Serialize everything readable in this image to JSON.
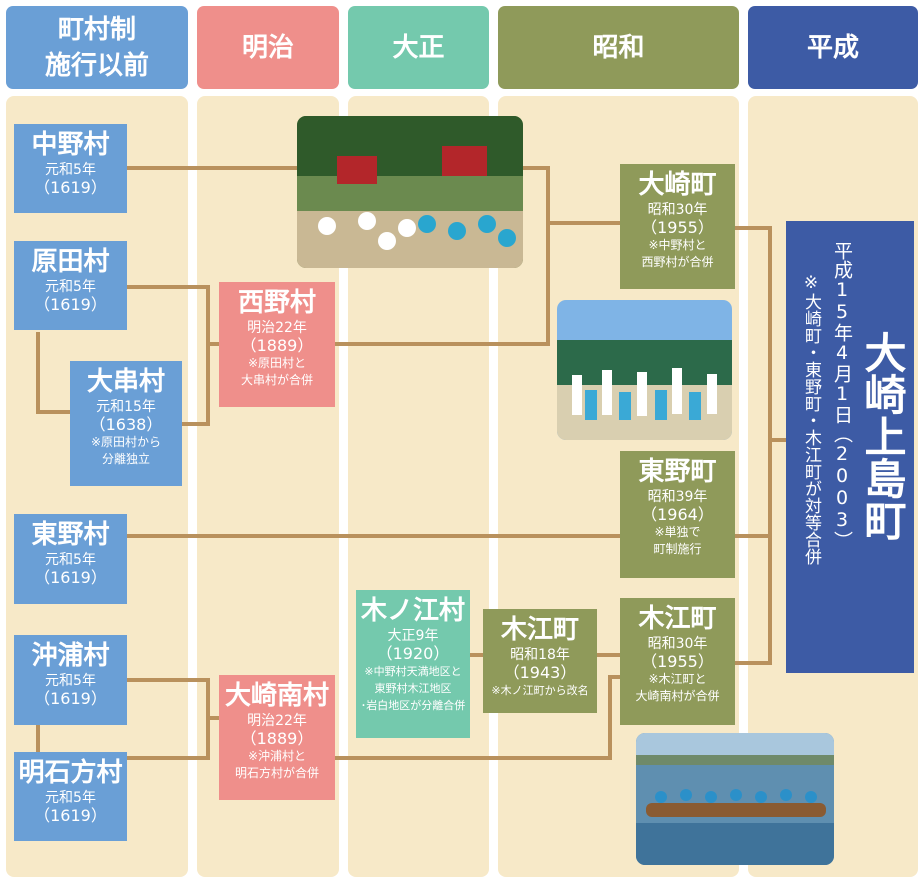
{
  "headers": {
    "pre": "町村制\n施行以前",
    "meiji": "明治",
    "taisho": "大正",
    "showa": "昭和",
    "heisei": "平成"
  },
  "pre": {
    "nakano": {
      "name": "中野村",
      "date": "元和5年",
      "year": "（1619）"
    },
    "harada": {
      "name": "原田村",
      "date": "元和5年",
      "year": "（1619）"
    },
    "ogushi": {
      "name": "大串村",
      "date": "元和15年",
      "year": "（1638）",
      "note1": "※原田村から",
      "note2": "分離独立"
    },
    "higashino": {
      "name": "東野村",
      "date": "元和5年",
      "year": "（1619）"
    },
    "okiura": {
      "name": "沖浦村",
      "date": "元和5年",
      "year": "（1619）"
    },
    "akashikata": {
      "name": "明石方村",
      "date": "元和5年",
      "year": "（1619）"
    }
  },
  "meiji": {
    "nishino": {
      "name": "西野村",
      "date": "明治22年",
      "year": "（1889）",
      "note1": "※原田村と",
      "note2": "大串村が合併"
    },
    "osakiminami": {
      "name": "大崎南村",
      "date": "明治22年",
      "year": "（1889）",
      "note1": "※沖浦村と",
      "note2": "明石方村が合併"
    }
  },
  "taisho": {
    "kinoe": {
      "name": "木ノ江村",
      "date": "大正9年",
      "year": "（1920）",
      "note1": "※中野村天満地区と",
      "note2": "東野村木江地区",
      "note3": "･岩白地区が分離合併"
    }
  },
  "showa": {
    "kie_1943": {
      "name": "木江町",
      "date": "昭和18年",
      "year": "（1943）",
      "note1": "※木ノ江町から改名"
    },
    "osaki": {
      "name": "大崎町",
      "date": "昭和30年",
      "year": "（1955）",
      "note1": "※中野村と",
      "note2": "西野村が合併"
    },
    "higashino": {
      "name": "東野町",
      "date": "昭和39年",
      "year": "（1964）",
      "note1": "※単独で",
      "note2": "町制施行"
    },
    "kie_1955": {
      "name": "木江町",
      "date": "昭和30年",
      "year": "（1955）",
      "note1": "※木江町と",
      "note2": "大崎南村が合併"
    }
  },
  "heisei": {
    "name": "大崎上島町",
    "date": "平成15年4月1日（2003）",
    "note": "※大崎町・東野町・木江町が対等合併"
  },
  "colors": {
    "pre": "#6a9fd6",
    "meiji": "#ef8f8b",
    "taisho": "#74c9ad",
    "showa": "#8f9a5a",
    "heisei": "#3d5ba5",
    "line": "#b9915d",
    "column_bg": "#f7e9c8"
  }
}
